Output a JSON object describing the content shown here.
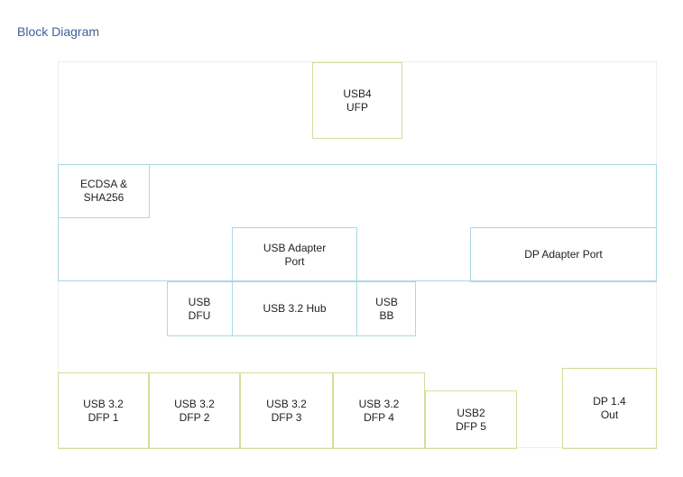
{
  "title": "Block Diagram",
  "blocks": {
    "usb4_ufp": "USB4\nUFP",
    "ecdsa": "ECDSA &\nSHA256",
    "usb_adapter_port": "USB Adapter\nPort",
    "dp_adapter_port": "DP Adapter Port",
    "usb_dfu": "USB\nDFU",
    "usb32_hub": "USB 3.2 Hub",
    "usb_bb": "USB\nBB",
    "dfp1": "USB 3.2\nDFP 1",
    "dfp2": "USB 3.2\nDFP 2",
    "dfp3": "USB 3.2\nDFP 3",
    "dfp4": "USB 3.2\nDFP 4",
    "dfp5": "USB2\nDFP 5",
    "dp_out": "DP 1.4\nOut"
  },
  "colors": {
    "title": "#3f5f9e",
    "olive_border": "#d6dc9b",
    "blue_border": "#a9d9e3",
    "outer_frame": "#eef0e6"
  }
}
